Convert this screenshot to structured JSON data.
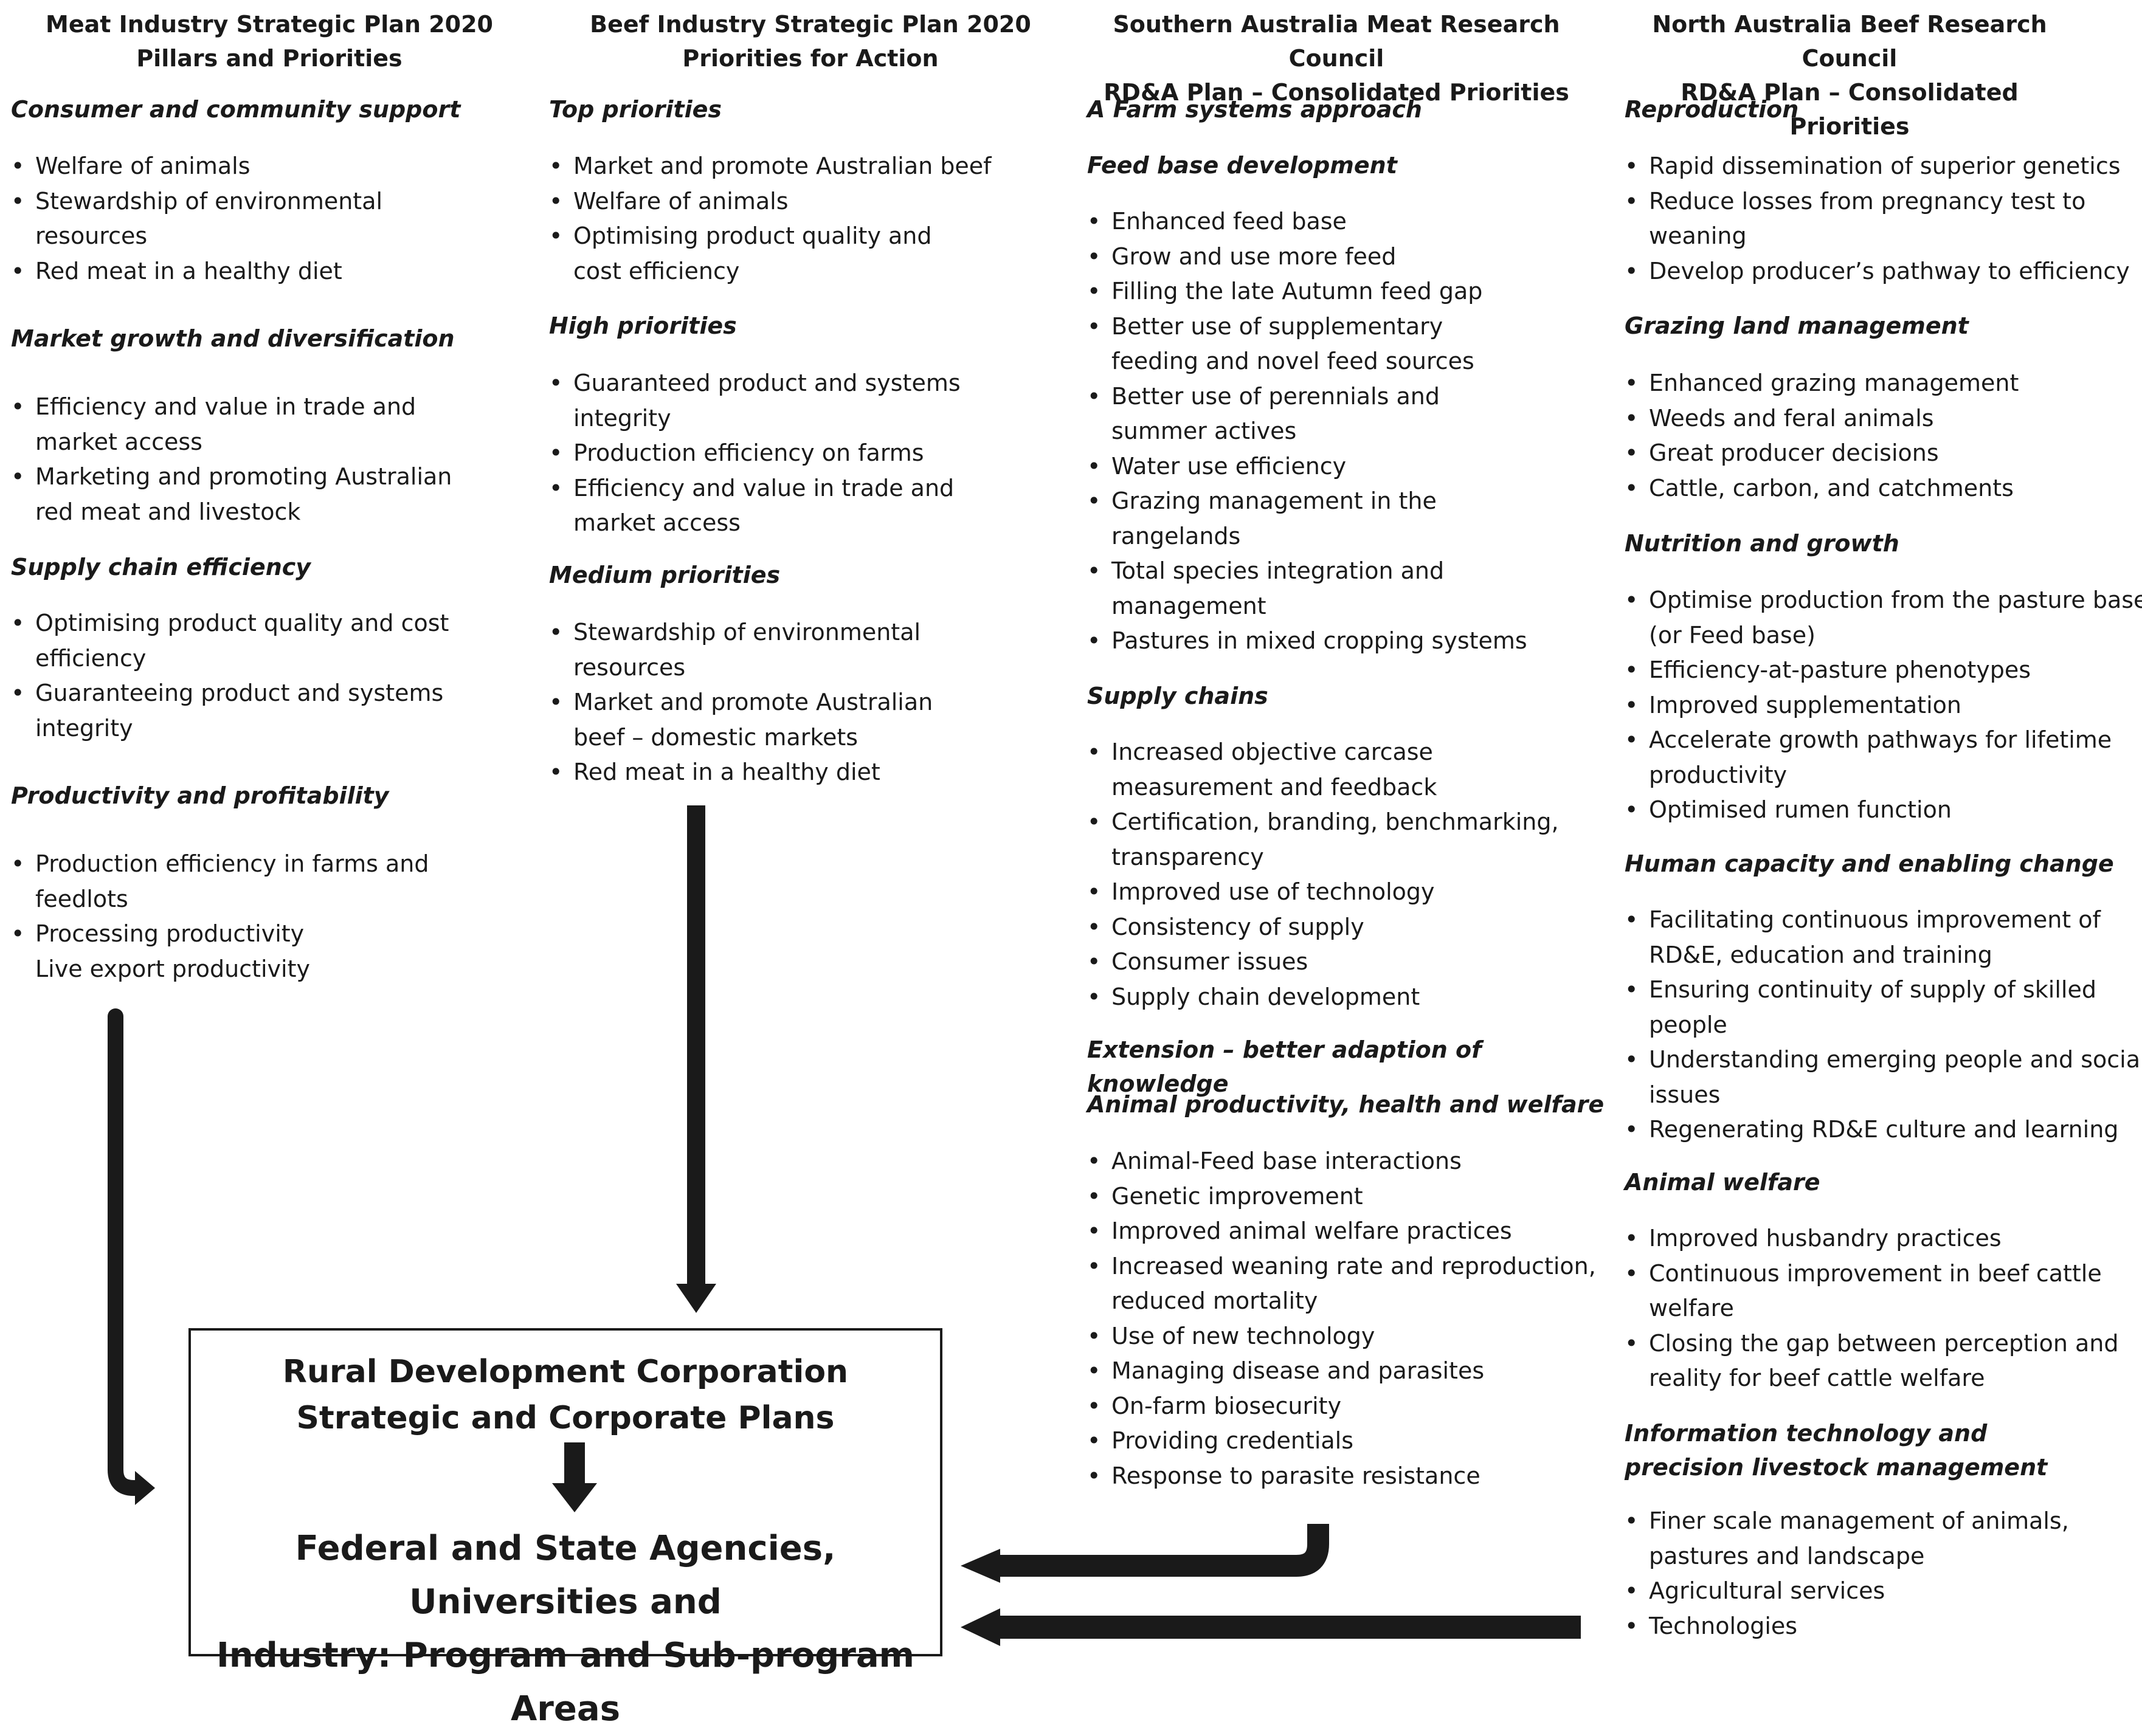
{
  "columns": [
    {
      "title": [
        "Meat Industry Strategic Plan 2020",
        "Pillars and Priorities"
      ],
      "sections": [
        {
          "title": "Consumer and community support",
          "items": [
            "Welfare of animals",
            "Stewardship of environmental resources",
            "Red meat in a healthy diet"
          ]
        },
        {
          "title": "Market growth and diversification",
          "items": [
            "Efficiency and value in trade and market access",
            "Marketing and promoting Australian red meat and livestock"
          ]
        },
        {
          "title": "Supply chain efficiency",
          "items": [
            "Optimising product quality and cost efficiency",
            "Guaranteeing product and systems integrity"
          ]
        },
        {
          "title": "Productivity and profitability",
          "items": [
            "Production efficiency in farms and feedlots",
            "Processing productivity Live export productivity"
          ]
        }
      ]
    },
    {
      "title": [
        "Beef Industry Strategic Plan 2020",
        "Priorities for Action"
      ],
      "sections": [
        {
          "title": "Top priorities",
          "items": [
            "Market and promote Australian beef",
            "Welfare of animals",
            "Optimising product quality and cost efficiency"
          ]
        },
        {
          "title": "High priorities",
          "items": [
            "Guaranteed product and systems integrity",
            "Production efficiency on farms",
            "Efficiency and value in trade and market access"
          ]
        },
        {
          "title": "Medium priorities",
          "items": [
            "Stewardship of environmental resources",
            "Market and promote Australian beef – domestic markets",
            "Red meat in a healthy diet"
          ]
        }
      ]
    },
    {
      "title": [
        "Southern Australia Meat Research Council",
        "RD&A Plan – Consolidated Priorities"
      ],
      "sections": [
        {
          "title": "A Farm systems approach",
          "items": []
        },
        {
          "title": "Feed base development",
          "items": [
            "Enhanced feed base",
            "Grow and use more feed",
            "Filling the late Autumn feed gap",
            "Better use of supplementary feeding and novel feed sources",
            "Better use of perennials and summer actives",
            "Water use efficiency",
            "Grazing management in the rangelands",
            "Total species integration and management",
            "Pastures in mixed cropping systems"
          ]
        },
        {
          "title": "Supply chains",
          "items": [
            "Increased objective carcase measurement and feedback",
            "Certification, branding, benchmarking, transparency",
            "Improved use of technology",
            "Consistency of supply",
            "Consumer issues",
            "Supply chain development"
          ]
        },
        {
          "title": "Extension – better adaption of knowledge",
          "items": []
        },
        {
          "title": "Animal productivity, health and welfare",
          "items": [
            "Animal-Feed base interactions",
            "Genetic improvement",
            "Improved animal welfare practices",
            "Increased weaning rate and reproduction, reduced mortality",
            "Use of new technology",
            "Managing disease and parasites",
            "On-farm biosecurity",
            "Providing credentials",
            "Response to parasite resistance"
          ]
        }
      ]
    },
    {
      "title": [
        "North Australia Beef Research Council",
        "RD&A Plan – Consolidated Priorities"
      ],
      "sections": [
        {
          "title": "Reproduction",
          "items": [
            "Rapid dissemination of superior genetics",
            "Reduce losses from pregnancy test to weaning",
            "Develop producer’s pathway to efficiency"
          ]
        },
        {
          "title": "Grazing land management",
          "items": [
            "Enhanced grazing management",
            "Weeds and feral animals",
            "Great producer decisions",
            "Cattle, carbon, and catchments"
          ]
        },
        {
          "title": "Nutrition and growth",
          "items": [
            "Optimise production from the pasture base (or Feed base)",
            "Efficiency-at-pasture phenotypes",
            "Improved supplementation",
            "Accelerate growth pathways for lifetime productivity",
            "Optimised rumen function"
          ]
        },
        {
          "title": "Human capacity and enabling change",
          "items": [
            "Facilitating continuous improvement of RD&E, education and training",
            "Ensuring continuity of supply of skilled people",
            "Understanding emerging people and social issues",
            "Regenerating RD&E culture and learning"
          ]
        },
        {
          "title": "Animal welfare",
          "items": [
            "Improved husbandry practices",
            "Continuous improvement in beef cattle welfare",
            "Closing the gap between perception and reality for beef cattle welfare"
          ]
        },
        {
          "title": "Information technology and precision livestock management",
          "items": [
            "Finer scale management of animals, pastures and landscape",
            "Agricultural services",
            "Technologies"
          ]
        }
      ]
    }
  ],
  "box": {
    "top": [
      "Rural Development Corporation",
      "Strategic and Corporate Plans"
    ],
    "bottom": [
      "Federal and State Agencies, Universities and",
      "Industry: Program and Sub-program Areas"
    ]
  }
}
